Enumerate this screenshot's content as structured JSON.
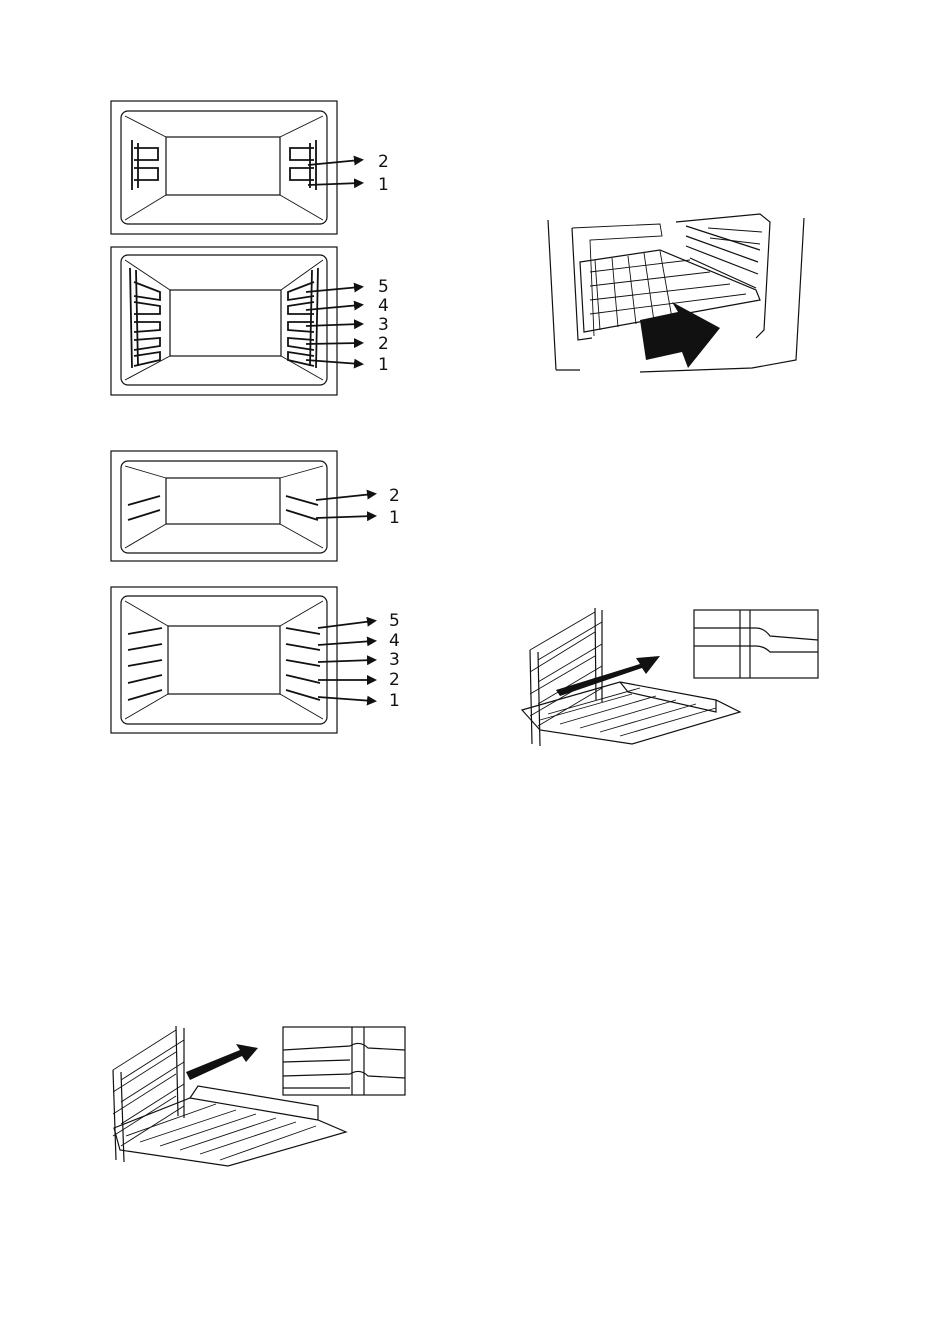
{
  "diagrams": {
    "wire_runners_2": {
      "labels": [
        "2",
        "1"
      ]
    },
    "wire_runners_5": {
      "labels": [
        "5",
        "4",
        "3",
        "2",
        "1"
      ]
    },
    "embossed_runners_2": {
      "labels": [
        "2",
        "1"
      ]
    },
    "embossed_runners_5": {
      "labels": [
        "5",
        "4",
        "3",
        "2",
        "1"
      ]
    }
  },
  "colors": {
    "line": "#111111",
    "background": "#ffffff"
  }
}
